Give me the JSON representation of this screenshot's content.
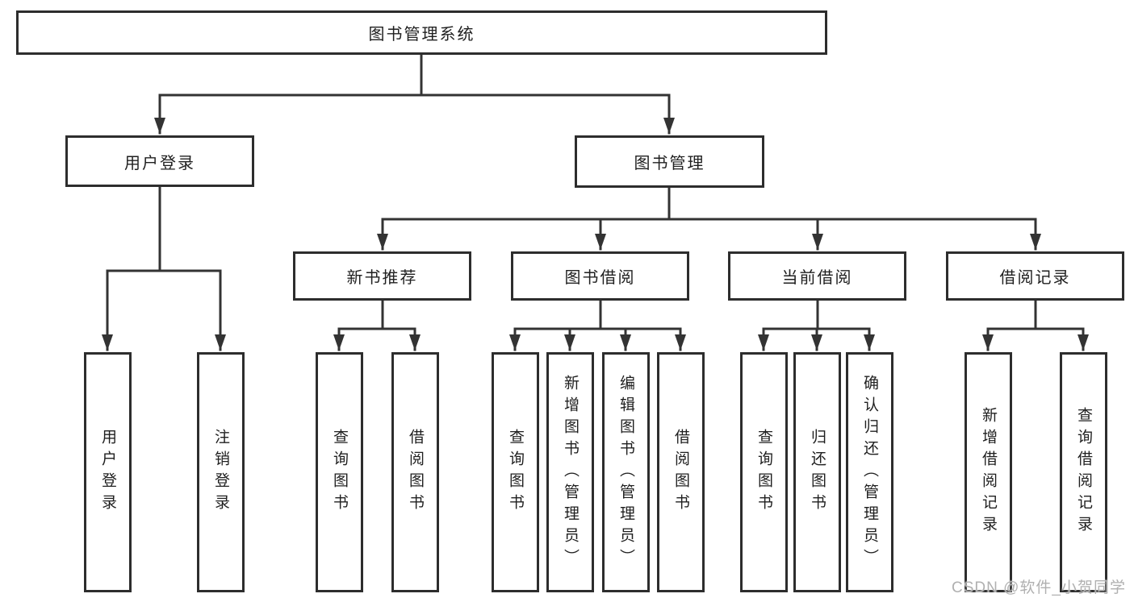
{
  "diagram": {
    "type": "hierarchy",
    "root": "图书管理系统",
    "level2": [
      "用户登录",
      "图书管理"
    ],
    "level3": [
      "新书推荐",
      "图书借阅",
      "当前借阅",
      "借阅记录"
    ],
    "leaves": {
      "user_login": [
        "用户登录",
        "注销登录"
      ],
      "new_books": [
        "查询图书",
        "借阅图书"
      ],
      "book_borrow": [
        "查询图书",
        "新增图书（管理员）",
        "编辑图书（管理员）",
        "借阅图书"
      ],
      "current_borrow": [
        "查询图书",
        "归还图书",
        "确认归还（管理员）"
      ],
      "borrow_records": [
        "新增借阅记录",
        "查询借阅记录"
      ]
    },
    "edges": [
      "图书管理系统 -> 用户登录",
      "图书管理系统 -> 图书管理",
      "用户登录 -> 用户登录",
      "用户登录 -> 注销登录",
      "图书管理 -> 新书推荐",
      "图书管理 -> 图书借阅",
      "图书管理 -> 当前借阅",
      "图书管理 -> 借阅记录",
      "新书推荐 -> 查询图书",
      "新书推荐 -> 借阅图书",
      "图书借阅 -> 查询图书",
      "图书借阅 -> 新增图书（管理员）",
      "图书借阅 -> 编辑图书（管理员）",
      "图书借阅 -> 借阅图书",
      "当前借阅 -> 查询图书",
      "当前借阅 -> 归还图书",
      "当前借阅 -> 确认归还（管理员）",
      "借阅记录 -> 新增借阅记录",
      "借阅记录 -> 查询借阅记录"
    ]
  },
  "watermark": "CSDN @软件_小贺同学",
  "colors": {
    "line": "#333333",
    "box_border": "#2d2d2d",
    "text": "#1f1f1f",
    "watermark": "#b0b0b0",
    "background": "#ffffff"
  }
}
